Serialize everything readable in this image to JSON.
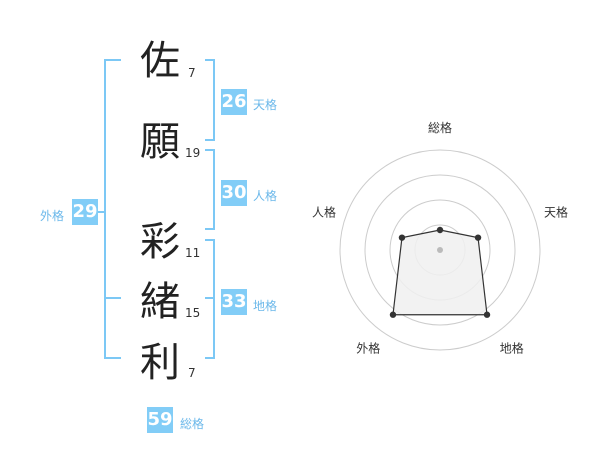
{
  "name": {
    "chars": [
      {
        "char": "佐",
        "strokes": "7"
      },
      {
        "char": "願",
        "strokes": "19"
      },
      {
        "char": "彩",
        "strokes": "11"
      },
      {
        "char": "緒",
        "strokes": "15"
      },
      {
        "char": "利",
        "strokes": "7"
      }
    ]
  },
  "kaku": {
    "tenkaku": {
      "value": "26",
      "label": "天格"
    },
    "jinkaku": {
      "value": "30",
      "label": "人格"
    },
    "chikaku": {
      "value": "33",
      "label": "地格"
    },
    "gaikaku": {
      "value": "29",
      "label": "外格"
    },
    "soukaku": {
      "value": "59",
      "label": "総格"
    }
  },
  "chart_data": {
    "type": "radar",
    "axes": [
      "総格",
      "天格",
      "地格",
      "外格",
      "人格"
    ],
    "values": [
      1,
      2,
      4,
      4,
      2
    ],
    "max": 5,
    "rings": 4,
    "colors": {
      "fill": "#f0f0f0",
      "stroke": "#333333",
      "ring": "#cccccc",
      "center": "#bbbbbb"
    }
  },
  "colors": {
    "accent": "#82cdf7",
    "bracket": "#7cc8f5"
  }
}
